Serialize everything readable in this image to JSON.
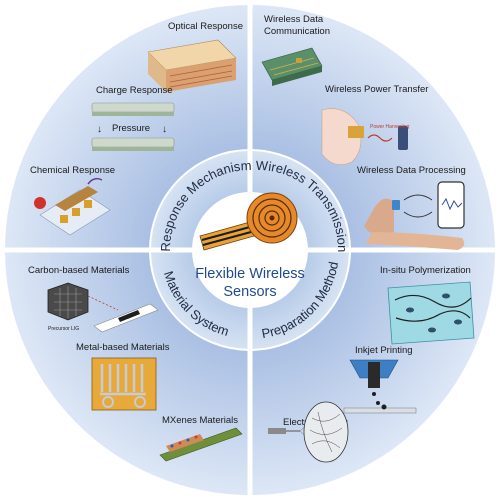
{
  "center": {
    "line1": "Flexible Wireless",
    "line2": "Sensors"
  },
  "ring_labels": {
    "q1": "Response Mechanism",
    "q2": "Wireless Transmission",
    "q3": "Material System",
    "q4": "Preparation Method"
  },
  "items": {
    "optical": "Optical Response",
    "charge": "Charge Response",
    "pressure": "Pressure",
    "chemical": "Chemical Response",
    "wireless_comm_1": "Wireless Data",
    "wireless_comm_2": "Communication",
    "power_transfer": "Wireless Power Transfer",
    "power_inset": "Power Harvesting",
    "data_processing": "Wireless Data Processing",
    "carbon": "Carbon-based Materials",
    "lig": "Precursor LIG",
    "metal": "Metal-based Materials",
    "mxenes": "MXenes Materials",
    "insitu": "In-situ Polymerization",
    "inkjet": "Inkjet Printing",
    "electro": "Electrospinning"
  },
  "colors": {
    "disc_outer": "#c4d4ee",
    "disc_mid": "#a9bfe3",
    "ring": "#cddcf2",
    "center_fill": "#ffffff",
    "center_text": "#1f4b8e",
    "accent_orange": "#e58a2b"
  }
}
